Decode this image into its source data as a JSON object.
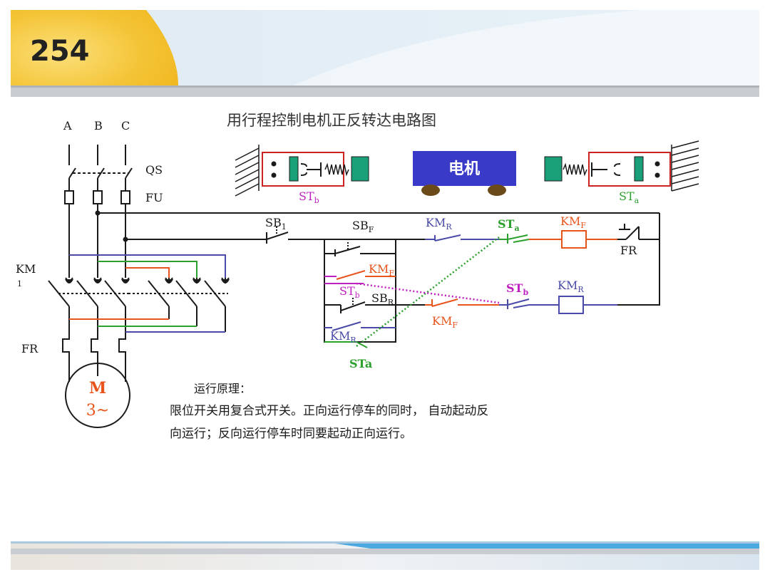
{
  "slide": {
    "page_number": "254",
    "title": "用行程控制电机正反转达电路图",
    "description": {
      "heading": "运行原理：",
      "line1": "限位开关用复合式开关。正向运行停车的同时， 自动起动反",
      "line2": "向运行；反向运行停车时同要起动正向运行。"
    }
  },
  "power_circuit": {
    "phases": [
      "A",
      "B",
      "C"
    ],
    "isolator_label": "QS",
    "fuse_label": "FU",
    "contactor_label": "KM",
    "contactor_sub": "1",
    "overload_label": "FR",
    "motor_label": "M",
    "motor_sub": "3~"
  },
  "mechanism": {
    "cart_label": "电机",
    "left_switch": "ST",
    "left_switch_sub": "b",
    "right_switch": "ST",
    "right_switch_sub": "a"
  },
  "control_circuit": {
    "sb1": "SB",
    "sb1_sub": "1",
    "sbf": "SB",
    "sbf_sub": "F",
    "sbr": "SB",
    "sbr_sub": "R",
    "kmr_nc_top": "KM",
    "kmr_nc_top_sub": "R",
    "sta_top": "ST",
    "sta_top_sub": "a",
    "kmf_coil": "KM",
    "kmf_coil_sub": "F",
    "fr_contact": "FR",
    "kmf_hold": "KM",
    "kmf_hold_sub": "F",
    "stb_left": "ST",
    "stb_left_sub": "b",
    "kmf_nc_bottom": "KM",
    "kmf_nc_bottom_sub": "F",
    "stb_bottom": "ST",
    "stb_bottom_sub": "b",
    "kmr_coil": "KM",
    "kmr_coil_sub": "R",
    "kmr_hold": "KM",
    "kmr_hold_sub": "R",
    "sta_bottom": "STa"
  },
  "colors": {
    "wire": "#1a1a1a",
    "blue": "#4a4aa8",
    "orange": "#e8541c",
    "green": "#2ca02c",
    "magenta": "#c020c0",
    "cart": "#3a3ac8",
    "switch_red": "#cc2222",
    "switch_green": "#1aa078"
  }
}
